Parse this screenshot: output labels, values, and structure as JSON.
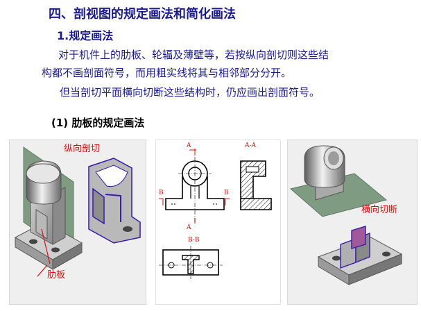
{
  "heading": "四、剖视图的规定画法和简化画法",
  "subheading": "1.规定画法",
  "para1": "对于机件上的肋板、轮辐及薄壁等，若按纵向剖切则这些结",
  "para2": "构都不画剖面符号，而用粗实线将其与相邻部分分开。",
  "para3": "但当剖切平面横向切断这些结构时，仍应画出剖面符号。",
  "caption": "(1)  肋板的规定画法",
  "figure_a": {
    "label_cut": "纵向剖切",
    "label_rib": "肋板"
  },
  "figure_b": {
    "mark_a_top": "A",
    "mark_a_bottom": "A",
    "mark_b_left": "B",
    "mark_b_right": "B",
    "view_aa": "A-A",
    "view_bb": "B-B"
  },
  "figure_c": {
    "label_cut": "横向切断"
  },
  "colors": {
    "text": "#1a1a8c",
    "annotation": "#d21010",
    "section_edge": "#3a1aa8"
  }
}
